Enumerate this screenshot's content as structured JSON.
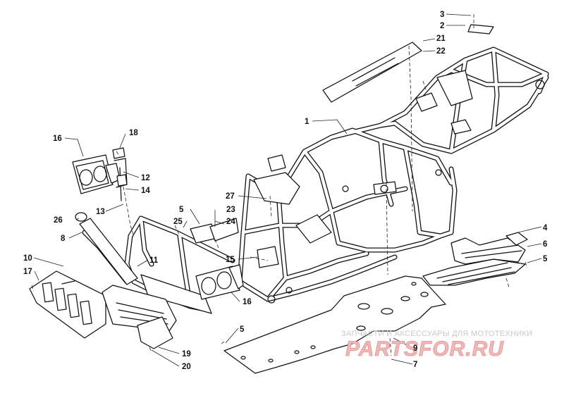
{
  "watermark": {
    "subtitle": "ЗАПЧАСТИ И АКСЕССУАРЫ ДЛЯ МОТОТЕХНИКИ",
    "logo": "PARTSFOR.RU"
  },
  "callouts": {
    "c1": "1",
    "c2": "2",
    "c3": "3",
    "c4": "4",
    "c5a": "5",
    "c5b": "5",
    "c5c": "5",
    "c6": "6",
    "c7": "7",
    "c8": "8",
    "c9": "9",
    "c10": "10",
    "c11": "11",
    "c12": "12",
    "c13": "13",
    "c14": "14",
    "c15": "15",
    "c16a": "16",
    "c16b": "16",
    "c17": "17",
    "c18": "18",
    "c19": "19",
    "c20": "20",
    "c21": "21",
    "c22": "22",
    "c23": "23",
    "c24": "24",
    "c25": "25",
    "c26": "26",
    "c27": "27"
  },
  "colors": {
    "line": "#111111",
    "watermark_logo": "#f0b9b9",
    "watermark_text": "#c9c9c9"
  }
}
